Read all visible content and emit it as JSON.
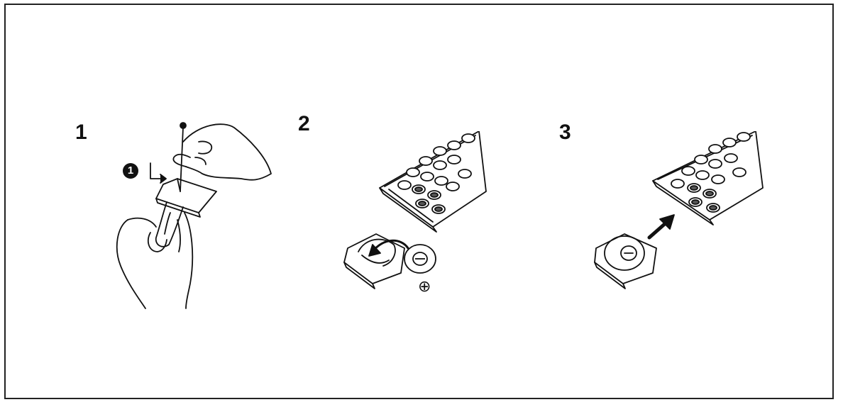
{
  "steps": [
    {
      "number": "1",
      "callout": "1"
    },
    {
      "number": "2",
      "minus_symbol": "⊖",
      "plus_symbol": "⊕"
    },
    {
      "number": "3",
      "minus_symbol": "⊖"
    }
  ],
  "icons": [
    "hand-with-pin-icon",
    "remote-control-icon",
    "battery-holder-icon",
    "coin-battery-icon",
    "arrow-icon"
  ]
}
